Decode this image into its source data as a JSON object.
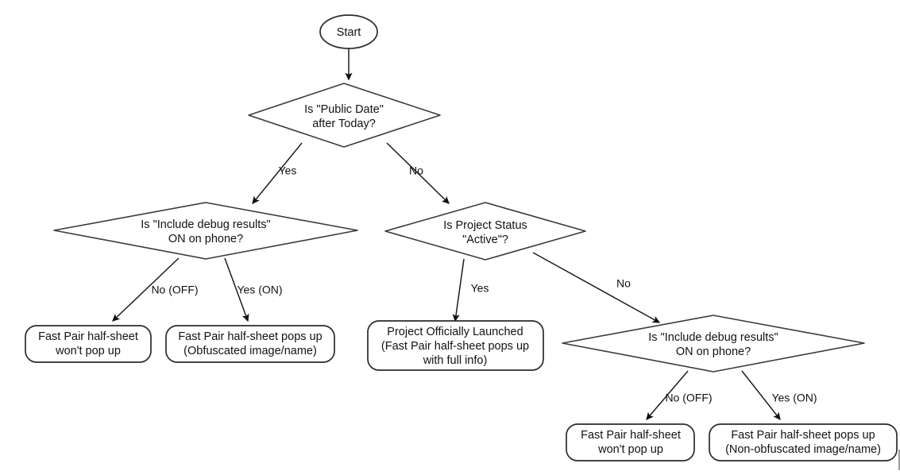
{
  "diagram": {
    "title": "Fast Pair Half-Sheet Decision Flowchart",
    "type": "flowchart",
    "background_color": "#ffffff",
    "line_color": "#1d1d1d",
    "node_fill": "#ffffff",
    "node_stroke": "#3b3b3b",
    "text_color": "#121212"
  },
  "nodes": {
    "start": {
      "shape": "ellipse",
      "label": "Start",
      "lines": [
        "Start"
      ]
    },
    "decision_public_date": {
      "shape": "diamond",
      "lines": [
        "Is \"Public Date\"",
        "after Today?"
      ]
    },
    "decision_debug_left": {
      "shape": "diamond",
      "lines": [
        "Is \"Include debug results\"",
        "ON on phone?"
      ]
    },
    "decision_project_status": {
      "shape": "diamond",
      "lines": [
        "Is Project Status",
        "\"Active\"?"
      ]
    },
    "decision_debug_right": {
      "shape": "diamond",
      "lines": [
        "Is \"Include debug results\"",
        "ON on phone?"
      ]
    },
    "terminal_left_no": {
      "shape": "rounded-rect",
      "lines": [
        "Fast Pair half-sheet",
        "won't pop up"
      ]
    },
    "terminal_left_yes": {
      "shape": "rounded-rect",
      "lines": [
        "Fast Pair half-sheet pops up",
        "(Obfuscated image/name)"
      ]
    },
    "terminal_launched": {
      "shape": "rounded-rect",
      "lines": [
        "Project Officially Launched",
        "(Fast Pair half-sheet pops up",
        "with full info)"
      ]
    },
    "terminal_right_no": {
      "shape": "rounded-rect",
      "lines": [
        "Fast Pair half-sheet",
        "won't pop up"
      ]
    },
    "terminal_right_yes": {
      "shape": "rounded-rect",
      "lines": [
        "Fast Pair half-sheet pops up",
        "(Non-obfuscated image/name)"
      ]
    }
  },
  "edges": {
    "start_to_public_date": {
      "label": ""
    },
    "public_date_yes": {
      "label": "Yes"
    },
    "public_date_no": {
      "label": "No"
    },
    "debug_left_no": {
      "label": "No (OFF)"
    },
    "debug_left_yes": {
      "label": "Yes (ON)"
    },
    "project_status_yes": {
      "label": "Yes"
    },
    "project_status_no": {
      "label": "No"
    },
    "debug_right_no": {
      "label": "No (OFF)"
    },
    "debug_right_yes": {
      "label": "Yes (ON)"
    }
  }
}
